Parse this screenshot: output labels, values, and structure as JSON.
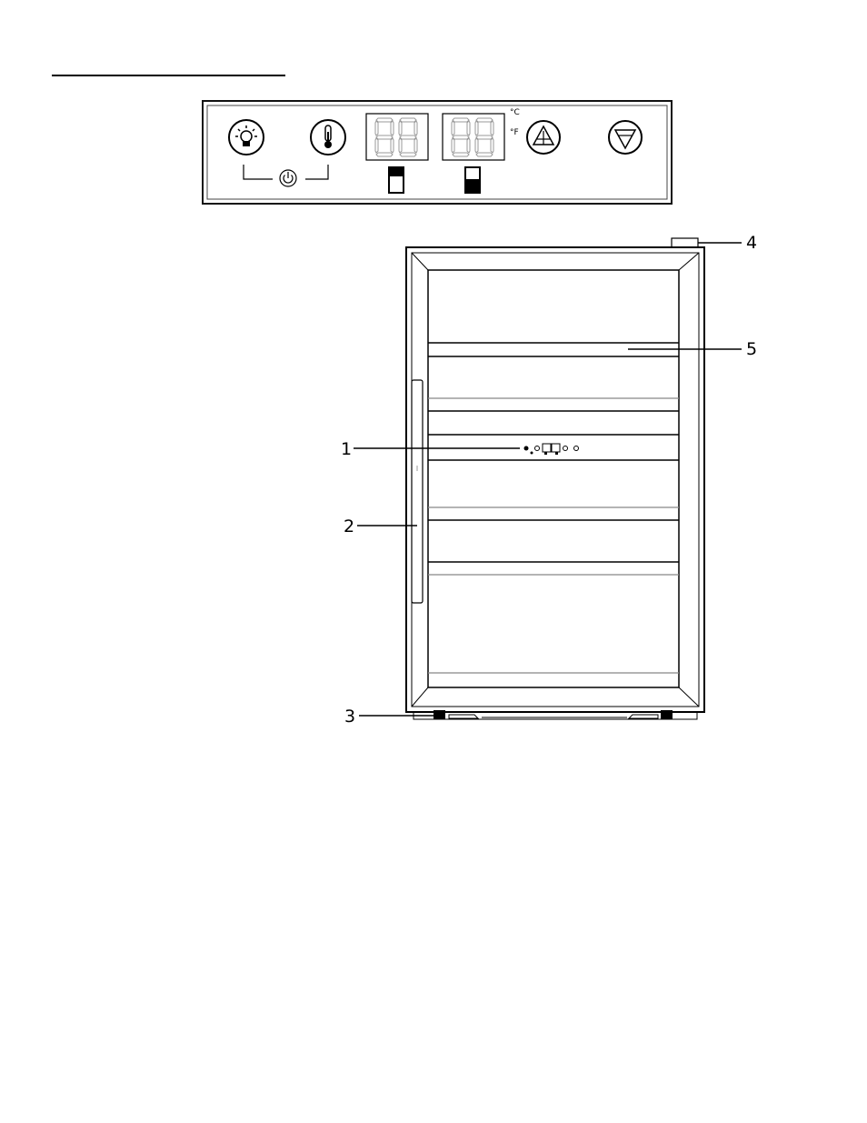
{
  "control_panel": {
    "display_left": "88",
    "display_right": "88",
    "unit_celsius": "°C",
    "unit_fahrenheit": "°F",
    "icons": [
      "light-bulb-icon",
      "thermometer-icon",
      "power-icon",
      "up-arrow-icon",
      "down-arrow-icon",
      "zone-indicator-icon"
    ]
  },
  "callouts": [
    {
      "id": "1",
      "label": "1"
    },
    {
      "id": "2",
      "label": "2"
    },
    {
      "id": "3",
      "label": "3"
    },
    {
      "id": "4",
      "label": "4"
    },
    {
      "id": "5",
      "label": "5"
    }
  ]
}
